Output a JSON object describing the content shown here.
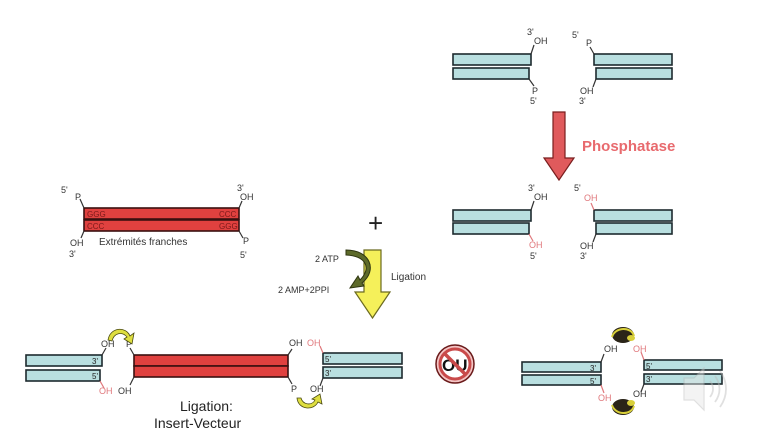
{
  "diagram": {
    "phosphatase_step": {
      "before": {
        "left_top_end": {
          "prime": "3'",
          "group": "OH"
        },
        "left_bottom_end": {
          "prime": "5'",
          "group": "P"
        },
        "right_top_end": {
          "prime": "5'",
          "group": "P"
        },
        "right_bottom_end": {
          "prime": "3'",
          "group": "OH"
        }
      },
      "enzyme_label": "Phosphatase",
      "after": {
        "left_top_end": {
          "prime": "3'",
          "group": "OH"
        },
        "left_bottom_end": {
          "prime": "5'",
          "group": "OH"
        },
        "right_top_end": {
          "prime": "5'",
          "group": "OH"
        },
        "right_bottom_end": {
          "prime": "3'",
          "group": "OH"
        }
      }
    },
    "insert": {
      "left_top": {
        "prime": "5'",
        "group": "P"
      },
      "left_bottom": {
        "prime": "3'",
        "group": "OH"
      },
      "right_top": {
        "prime": "3'",
        "group": "OH"
      },
      "right_bottom": {
        "prime": "5'",
        "group": "P"
      },
      "caption": "Extrémités franches"
    },
    "plus_sign": "+",
    "ligation_step": {
      "label": "Ligation",
      "input": "2 ATP",
      "output": "2 AMP+2PPI"
    },
    "result_insert_vector": {
      "caption_line1": "Ligation:",
      "caption_line2": "Insert-Vecteur",
      "left_junction": {
        "top_group": "OH",
        "top_insert_group": "P",
        "bottom_group": "OH",
        "bottom_insert_group": "OH",
        "vector_top_prime": "3'",
        "vector_bottom_prime": "5'"
      },
      "right_junction": {
        "top_insert_group": "OH",
        "top_group": "OH",
        "bottom_insert_group": "P",
        "bottom_group": "OH",
        "vector_top_prime": "5'",
        "vector_bottom_prime": "3'"
      }
    },
    "or_symbol": "OU",
    "result_self_ligation": {
      "left_top_group": "OH",
      "right_top_group": "OH",
      "left_bottom_group": "OH",
      "right_bottom_group": "OH",
      "left_top_prime": "3'",
      "left_bottom_prime": "5'",
      "right_top_prime": "5'",
      "right_bottom_prime": "3'"
    },
    "colors": {
      "vector_dna": "#b9dfe0",
      "insert_dna": "#e0413f",
      "phosphatase_arrow": "#e05a5c",
      "ligation_arrow": "#f5f05a",
      "dephosphorylated_oh": "#e0787c"
    }
  },
  "audio_icon": "speaker-icon"
}
